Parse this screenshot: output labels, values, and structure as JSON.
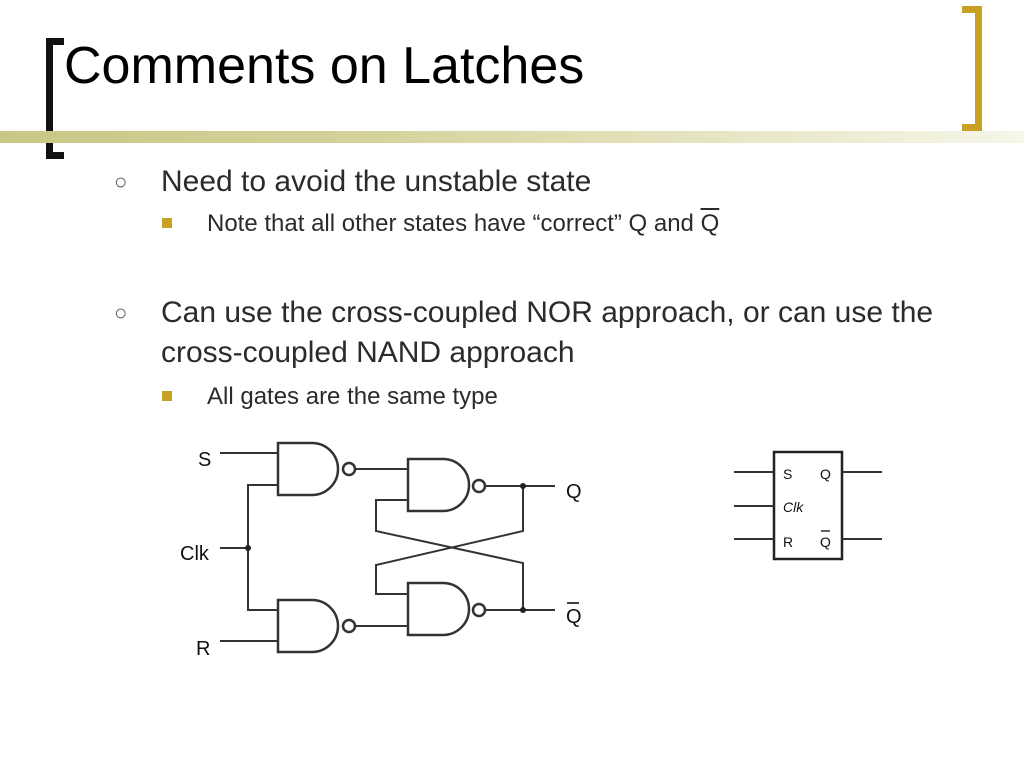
{
  "slide": {
    "title": "Comments on Latches",
    "bullets": [
      {
        "text": "Need to avoid the unstable state",
        "sub": [
          {
            "text_before": "Note that all other states have “correct” Q and ",
            "text_overbar": "Q"
          }
        ]
      },
      {
        "text": "Can use the cross-coupled NOR approach, or can use the cross-coupled NAND approach",
        "sub": [
          {
            "text": "All gates are the same type"
          }
        ]
      }
    ]
  },
  "circuit": {
    "labels": {
      "s": "S",
      "clk": "Clk",
      "r": "R",
      "q": "Q",
      "qbar": "Q"
    }
  },
  "symbol": {
    "labels": {
      "s": "S",
      "q": "Q",
      "clk": "Clk",
      "r": "R",
      "qbar": "Q"
    }
  },
  "colors": {
    "accent": "#c8a024",
    "text": "#2b2b2b",
    "title": "#000000"
  }
}
